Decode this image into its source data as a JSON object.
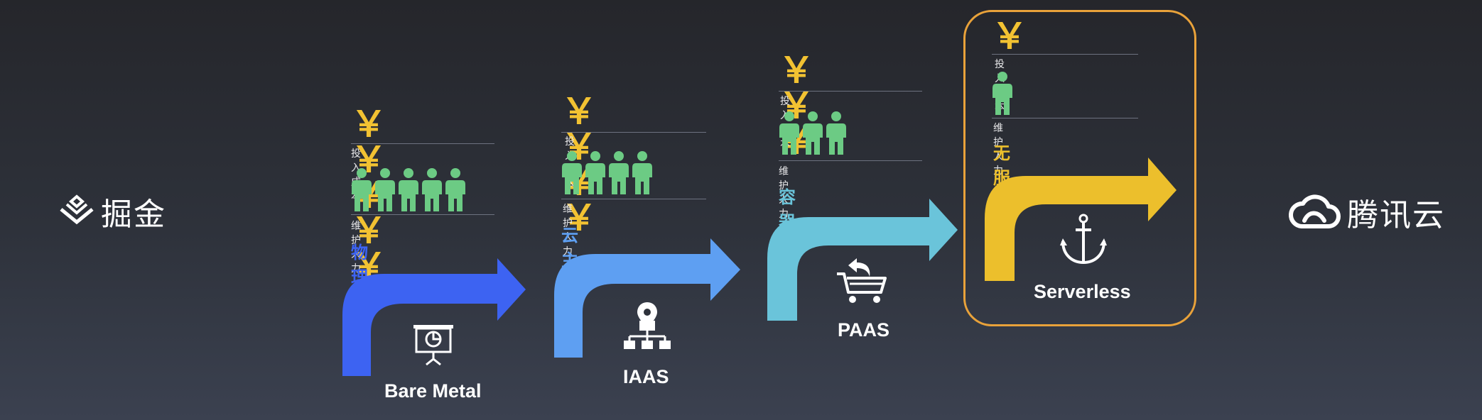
{
  "logos": {
    "left_text": "掘金",
    "left_icon": "juejin-logo-icon",
    "right_text": "腾讯云",
    "right_icon": "tencent-cloud-logo-icon"
  },
  "labels": {
    "cost": "投入成本",
    "maintenance": "维护人力"
  },
  "colors": {
    "bare_metal": "#3d63f2",
    "iaas": "#5e9ff2",
    "paas": "#6ac4da",
    "serverless": "#ecbf2c",
    "yen": "#f2c232",
    "person": "#6ccb84",
    "frame": "#e9a23a"
  },
  "stages": [
    {
      "id": "bare-metal",
      "name": "Bare Metal",
      "title": "物理机托管",
      "yen": "￥￥￥￥￥",
      "people_count": 5,
      "icon": "presentation-board-icon"
    },
    {
      "id": "iaas",
      "name": "IAAS",
      "title": "云主机",
      "yen": "￥￥￥￥",
      "people_count": 4,
      "icon": "location-network-icon"
    },
    {
      "id": "paas",
      "name": "PAAS",
      "title": "容器",
      "yen": "￥￥￥",
      "people_count": 3,
      "icon": "shopping-cart-icon"
    },
    {
      "id": "serverless",
      "name": "Serverless",
      "title": "无服务开发",
      "yen": "￥",
      "people_count": 1,
      "icon": "anchor-icon"
    }
  ]
}
